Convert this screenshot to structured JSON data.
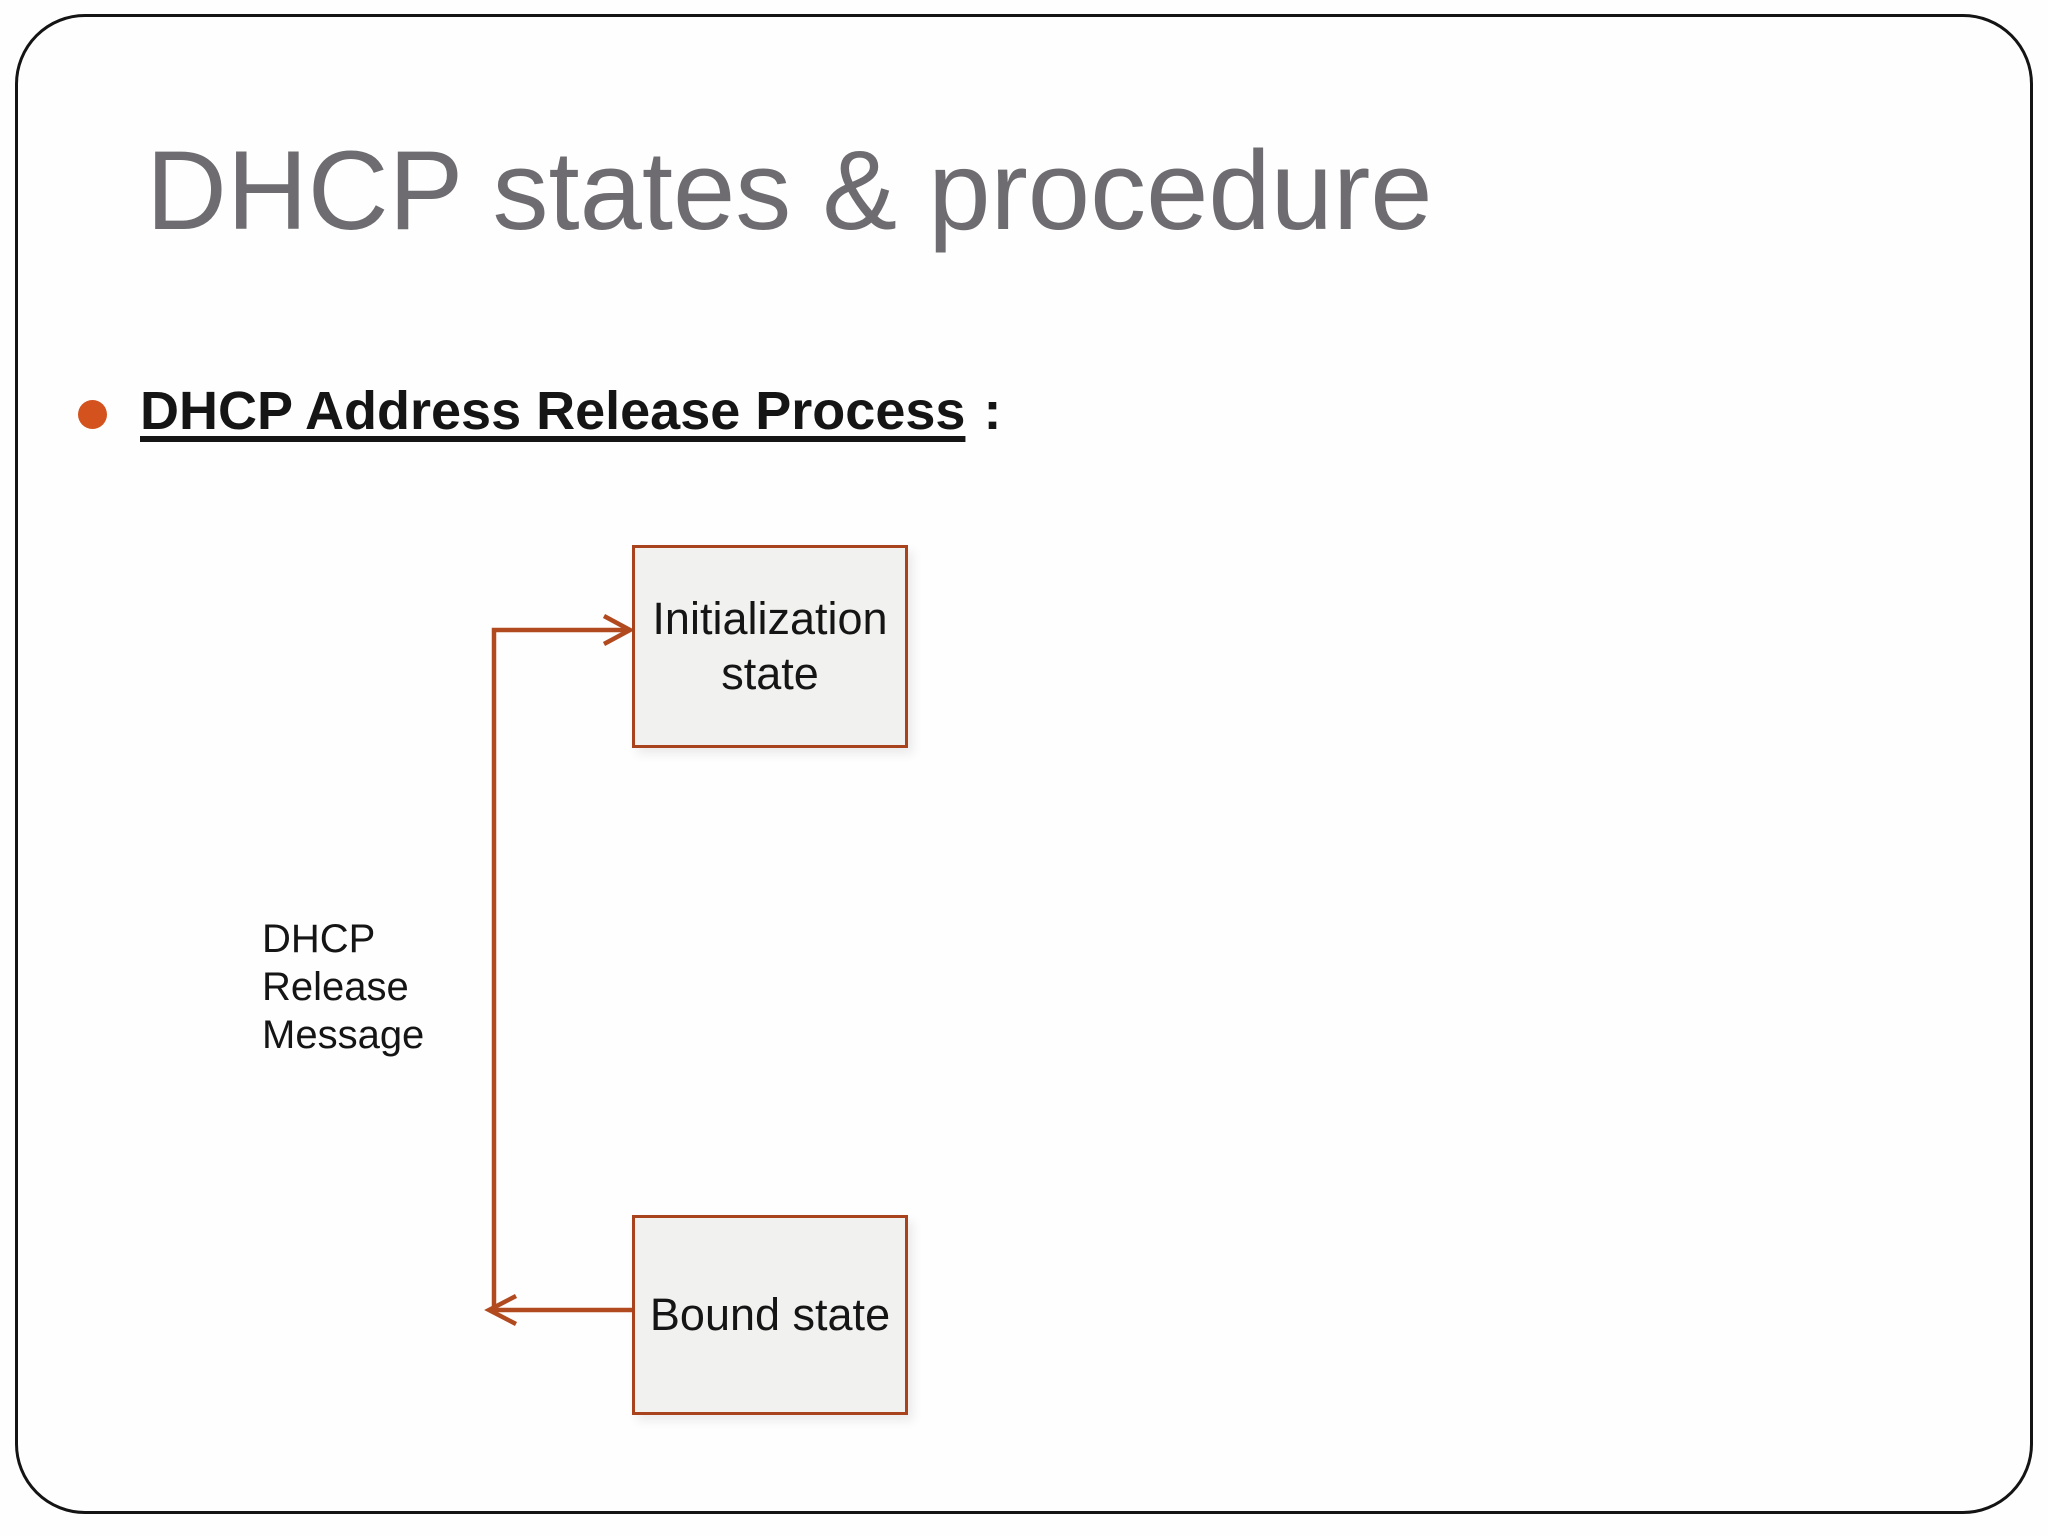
{
  "slide": {
    "title": "DHCP states & procedure"
  },
  "bullet_item": {
    "label": "DHCP Address Release Process",
    "suffix": ":"
  },
  "diagram": {
    "init_state_label": "Initialization state",
    "bound_state_label": "Bound state",
    "edge_label": "DHCP Release Message",
    "flow": "Bound state -> DHCP Release Message -> Initialization state"
  },
  "colors": {
    "title_gray": "#6E6C70",
    "accent_orange": "#D4521D",
    "shape_border": "#A8431E",
    "connector": "#B24A20",
    "shape_fill": "#F1F1EF",
    "slide_border": "#141414",
    "text_black": "#151515"
  }
}
